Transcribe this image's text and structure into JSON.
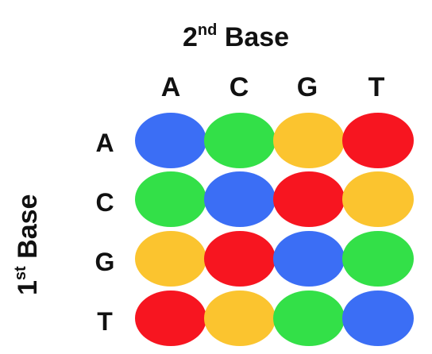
{
  "header": {
    "prefix": "2",
    "sup": "nd",
    "word": "Base"
  },
  "side": {
    "prefix": "1",
    "sup": "st",
    "word": "Base"
  },
  "columns": [
    "A",
    "C",
    "G",
    "T"
  ],
  "rows": [
    "A",
    "C",
    "G",
    "T"
  ],
  "colors": {
    "blue": "#3b6ef5",
    "green": "#33e048",
    "yellow": "#fbc42f",
    "red": "#f71520"
  },
  "grid": [
    [
      "blue",
      "green",
      "yellow",
      "red"
    ],
    [
      "green",
      "blue",
      "red",
      "yellow"
    ],
    [
      "yellow",
      "red",
      "blue",
      "green"
    ],
    [
      "red",
      "yellow",
      "green",
      "blue"
    ]
  ]
}
